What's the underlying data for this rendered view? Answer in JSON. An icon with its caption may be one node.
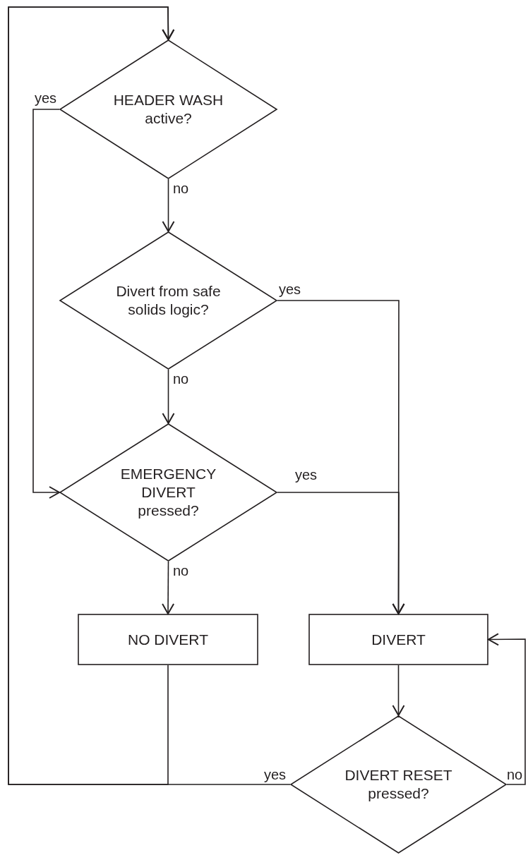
{
  "diagram": {
    "nodes": [
      {
        "text": [
          "HEADER WASH active?"
        ]
      },
      {
        "text": [
          "Divert from safe solids logic?"
        ]
      },
      {
        "text": [
          "EMERGENCY DIVERT pressed?"
        ]
      },
      {
        "text": [
          "NO DIVERT"
        ]
      },
      {
        "text": [
          "DIVERT"
        ]
      },
      {
        "text": [
          "DIVERT RESET pressed?"
        ]
      }
    ],
    "edges": [
      {
        "from": 0,
        "to": 1,
        "arrow": "to",
        "label": "no"
      },
      {
        "from": 0,
        "to": 2,
        "arrow": "to",
        "label": "yes"
      },
      {
        "from": 1,
        "to": 2,
        "arrow": "to",
        "label": "no"
      },
      {
        "from": 1,
        "to": 4,
        "arrow": "to",
        "label": "yes"
      },
      {
        "from": 2,
        "to": 4,
        "arrow": "to",
        "label": "yes"
      },
      {
        "from": 2,
        "to": 3,
        "arrow": "to",
        "label": "no"
      },
      {
        "from": 3,
        "to": 0,
        "arrow": "to"
      },
      {
        "from": 4,
        "to": 5,
        "arrow": "to"
      },
      {
        "from": 5,
        "to": 0,
        "arrow": "to",
        "label": "yes"
      },
      {
        "from": 5,
        "to": 4,
        "arrow": "to",
        "label": "no"
      }
    ]
  }
}
